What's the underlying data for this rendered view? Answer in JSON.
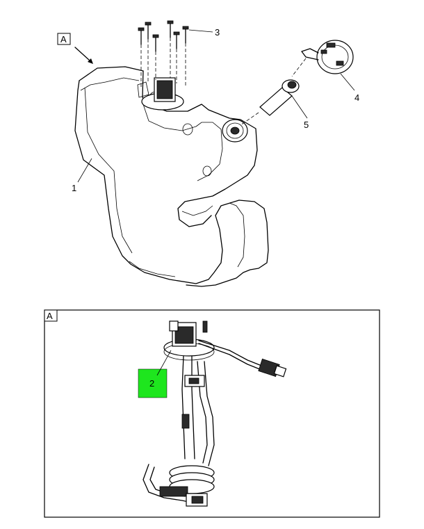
{
  "view_label": "A",
  "callouts": [
    {
      "id": "1",
      "text": "1"
    },
    {
      "id": "2",
      "text": "2"
    },
    {
      "id": "3",
      "text": "3"
    },
    {
      "id": "4",
      "text": "4"
    },
    {
      "id": "5",
      "text": "5"
    }
  ],
  "highlight_color": "#1ee61e",
  "footer": {
    "left": "",
    "right": ""
  }
}
